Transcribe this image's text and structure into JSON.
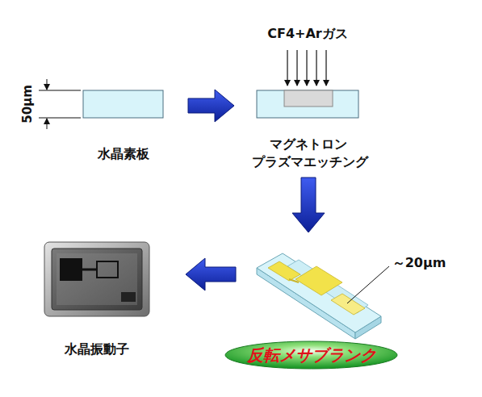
{
  "diagram": {
    "nodes": [
      {
        "text": [
          "水晶素板"
        ]
      },
      {
        "text": [
          "マグネトロン プラズマエッチング"
        ]
      },
      {
        "text": [
          "反転メサブランク"
        ]
      },
      {
        "text": [
          "水晶振動子"
        ]
      }
    ],
    "edges": [
      {
        "from": 0,
        "to": 1,
        "arrow": "to"
      },
      {
        "from": 1,
        "to": 2,
        "arrow": "to"
      },
      {
        "from": 2,
        "to": 3,
        "arrow": "to"
      }
    ],
    "labels": [
      "50μm",
      "CF4+Arガス",
      "～20μm"
    ]
  }
}
